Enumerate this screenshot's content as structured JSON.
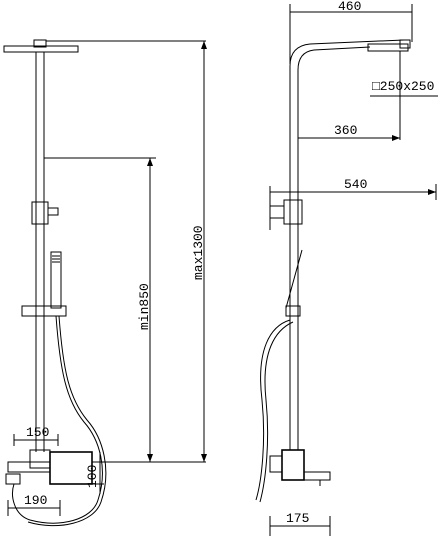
{
  "front_view": {
    "dim_head_width": "150",
    "dim_body_height": "100",
    "dim_spout": "190",
    "dim_min_height": "min850",
    "dim_max_height": "max1300"
  },
  "side_view": {
    "dim_arm_reach": "460",
    "dim_head_size": "□250x250",
    "dim_arm_length": "360",
    "dim_total_reach": "540",
    "dim_spout_depth": "175"
  }
}
